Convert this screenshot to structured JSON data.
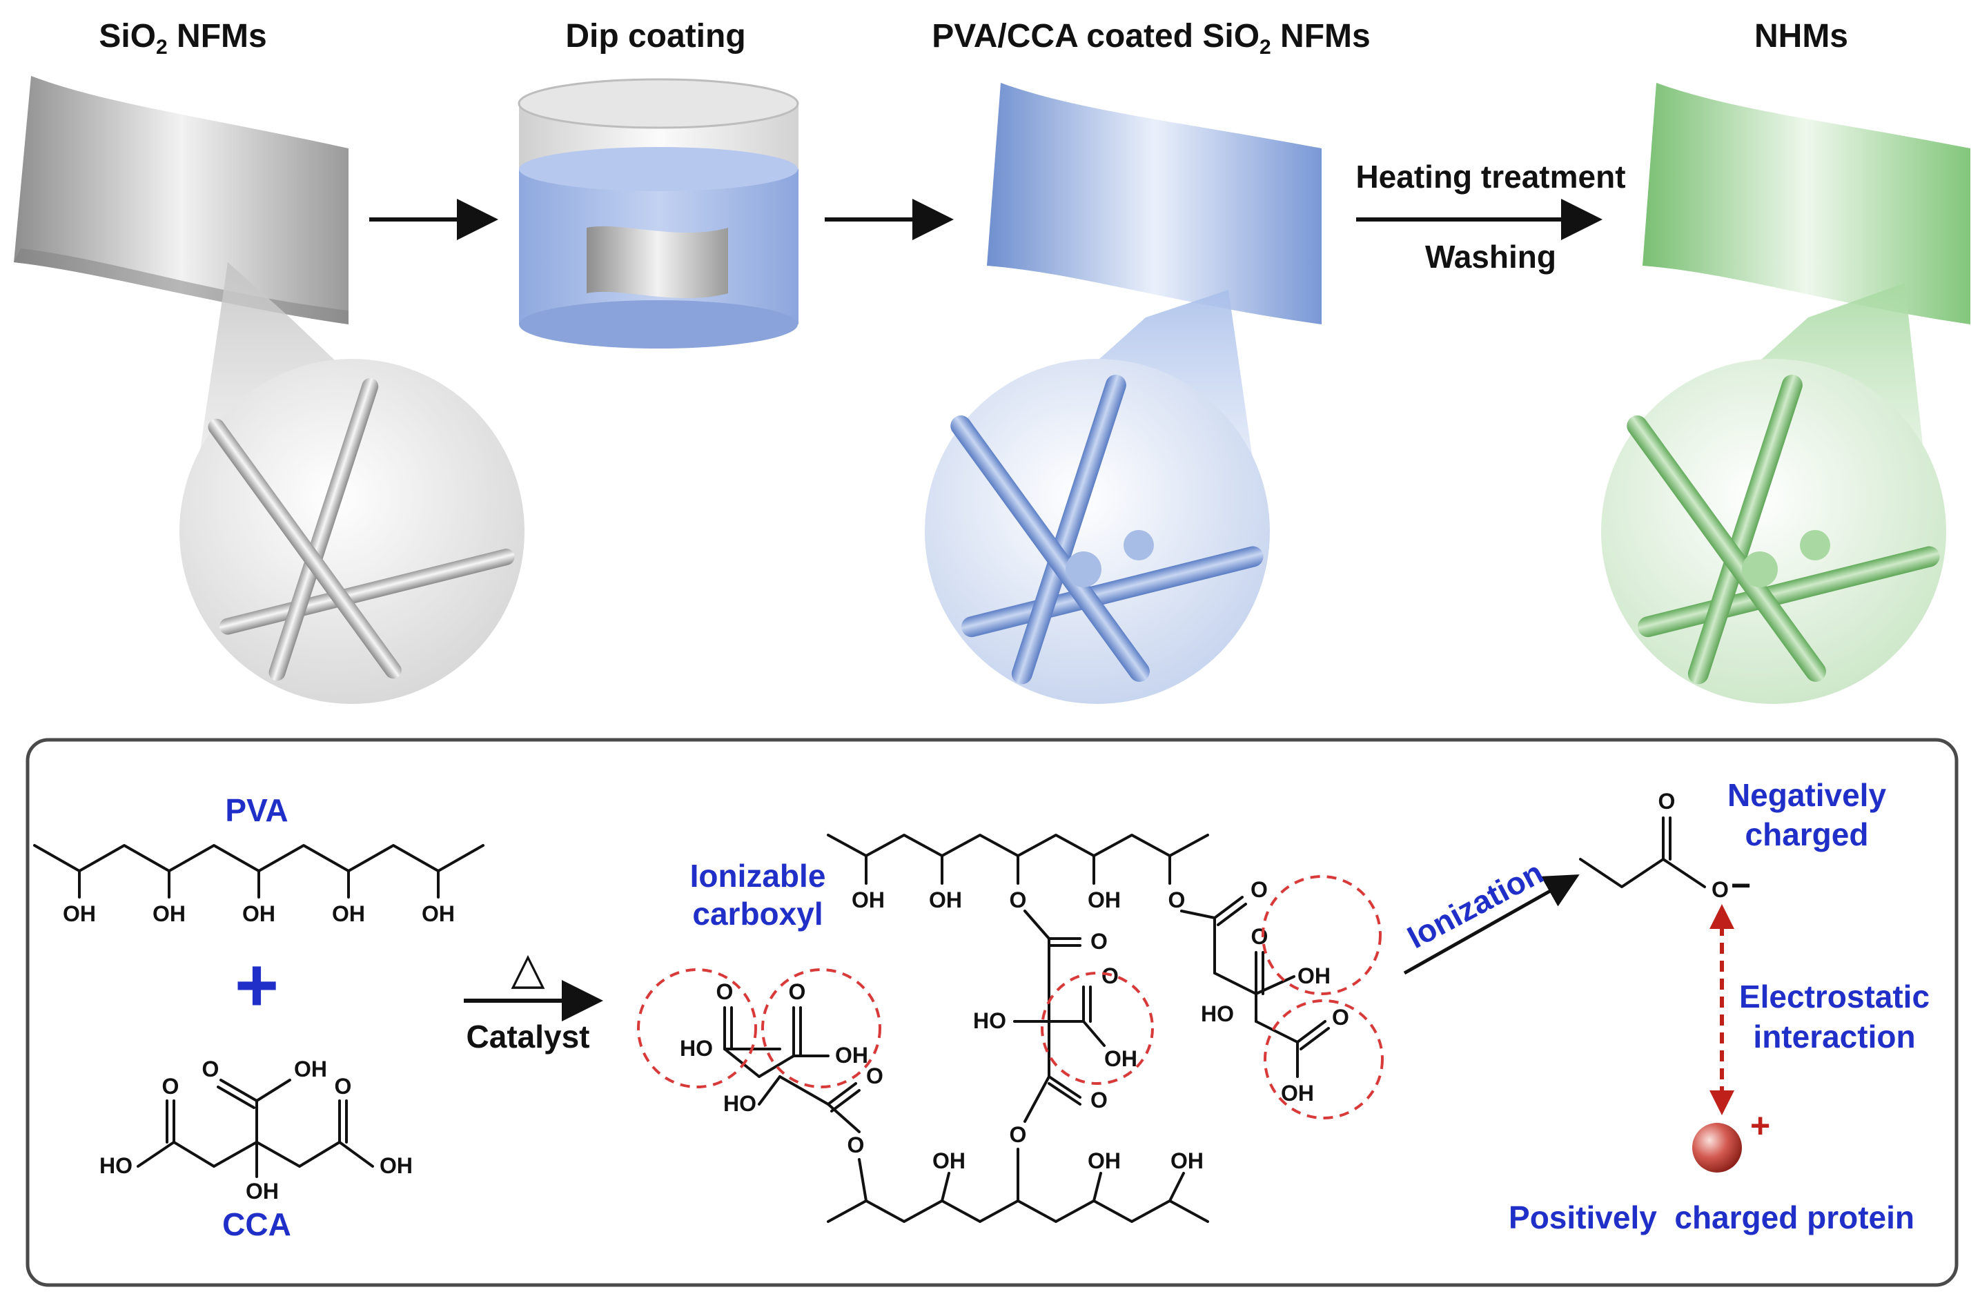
{
  "stages": [
    {
      "title": "SiO",
      "sub": "2",
      "suffix": " NFMs"
    },
    {
      "title": "Dip coating",
      "sub": "",
      "suffix": ""
    },
    {
      "title": "PVA/CCA coated SiO",
      "sub": "2",
      "suffix": " NFMs"
    },
    {
      "title": "NHMs",
      "sub": "",
      "suffix": ""
    }
  ],
  "steps": {
    "heating": "Heating treatment",
    "washing": "Washing",
    "delta": "△",
    "catalyst": "Catalyst",
    "plus": "+"
  },
  "labels": {
    "pva": "PVA",
    "cca": "CCA",
    "ionizable": "Ionizable",
    "carboxyl": "carboxyl",
    "ionization": "Ionization",
    "negatively": "Negatively",
    "charged": "charged",
    "electrostatic": "Electrostatic",
    "interaction": "interaction",
    "positive_protein": "Positively  charged protein",
    "minus": "−",
    "plus_charge": "+"
  },
  "chem": {
    "oh": "OH",
    "ho": "HO",
    "o": "O"
  },
  "colors": {
    "gray": "#a9a9a9",
    "blue": "#7f9fd8",
    "green": "#8ccc86",
    "label_blue": "#1f2fc8",
    "dashed_red": "#d83a3a",
    "arrow_red": "#c0201a",
    "panel_border": "#4a4a4a"
  },
  "icons": [
    "membrane-sheet-icon",
    "beaker-icon",
    "fiber-network-icon",
    "protein-sphere-icon"
  ]
}
